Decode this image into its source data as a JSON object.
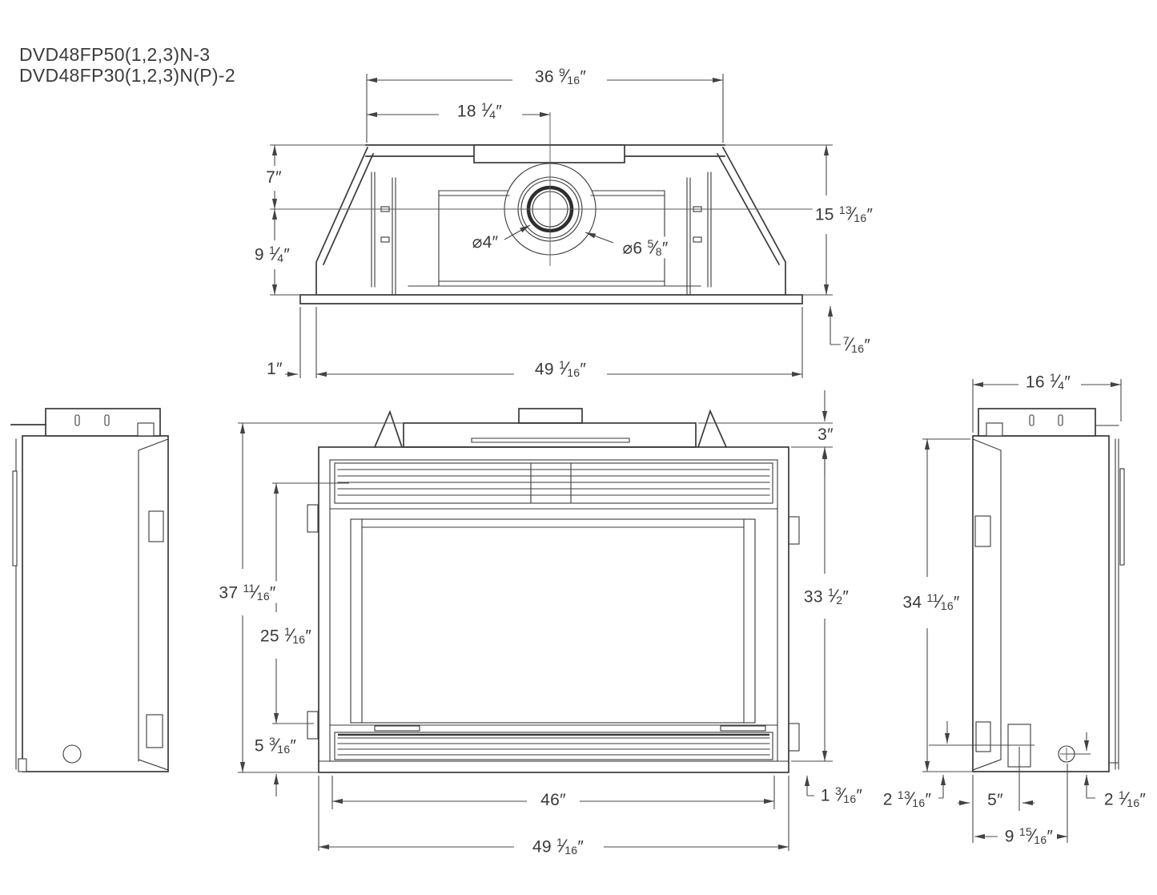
{
  "header": {
    "model_line_1": "DVD48FP50(1,2,3)N-3",
    "model_line_2": "DVD48FP30(1,2,3)N(P)-2"
  },
  "drawing": {
    "background_color": "#ffffff",
    "line_color": "#3a3a3a",
    "dimension_color": "#4a4a4a"
  },
  "top_view": {
    "name": "top plan view of fireplace",
    "dims": {
      "top_width": "36 9/16″",
      "flue_center_from_left": "18 1/4″",
      "front_to_flue_center": "7″",
      "flue_center_to_back": "9 1/4″",
      "right_depth": "15 13/16″",
      "left_foot": "1″",
      "overall_width": "49 1/16″",
      "back_lip": "7/16″",
      "flue_inner_diameter": "⌀4″",
      "flue_outer_diameter": "⌀6 5/8″"
    }
  },
  "front_view": {
    "name": "front elevation of fireplace",
    "dims": {
      "top_standoff": "3″",
      "opening_height": "33 1/2″",
      "overall_height": "37 11/16″",
      "glass_height": "25 1/16″",
      "base_height": "5 3/16″",
      "opening_width": "46″",
      "overall_width": "49 1/16″",
      "bottom_lip": "1 3/16″"
    }
  },
  "side_view": {
    "name": "right side elevation of fireplace",
    "dims": {
      "depth": "16 1/4″",
      "height": "34 11/16″",
      "junction_offset": "2 13/16″",
      "access_width": "5″",
      "gas_inlet_offset": "2 1/16″",
      "gas_inlet_depth": "9 15/16″"
    }
  }
}
